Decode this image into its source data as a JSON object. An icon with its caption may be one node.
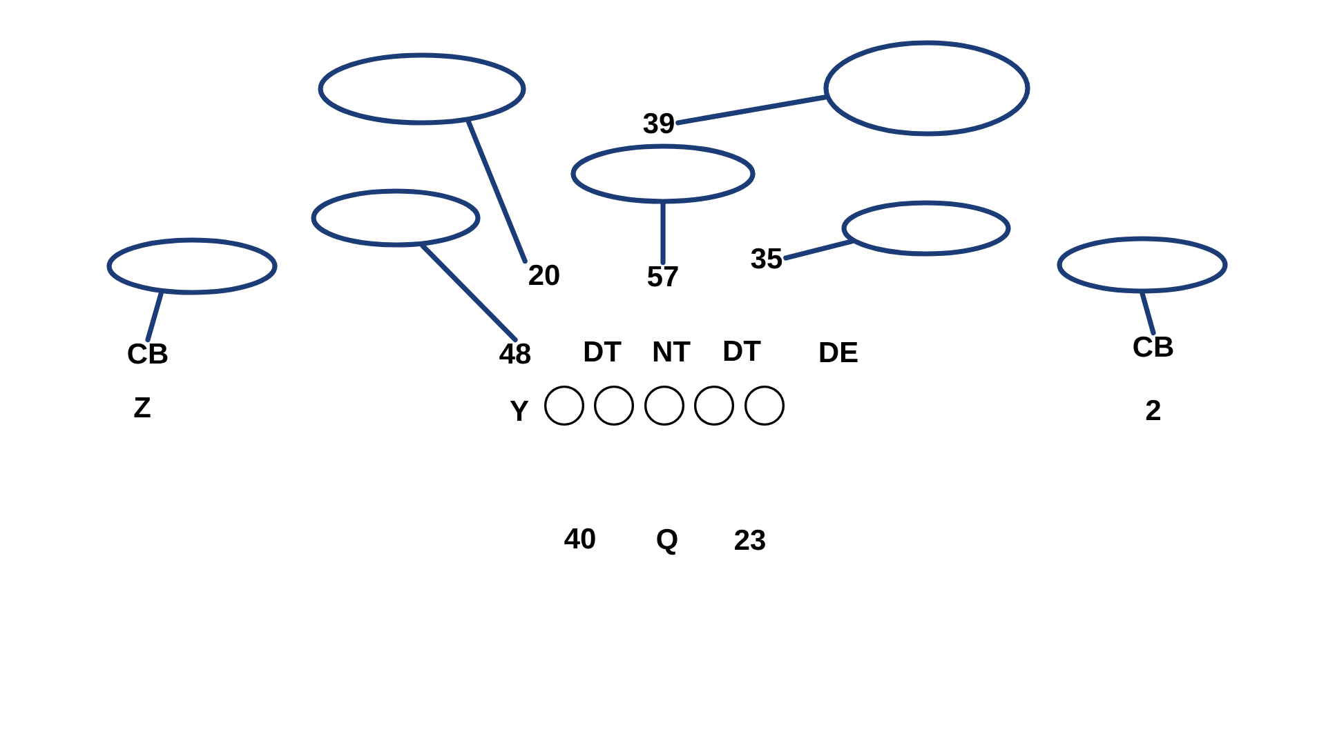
{
  "diagram": {
    "nodes": [
      {
        "text": [],
        "shape": "ellipse"
      },
      {
        "text": [],
        "shape": "ellipse"
      },
      {
        "text": [
          "39"
        ]
      },
      {
        "text": [],
        "shape": "ellipse"
      },
      {
        "text": [],
        "shape": "ellipse"
      },
      {
        "text": [],
        "shape": "ellipse"
      },
      {
        "text": [],
        "shape": "ellipse"
      },
      {
        "text": [],
        "shape": "ellipse"
      },
      {
        "text": [
          "35"
        ]
      },
      {
        "text": [
          "20"
        ]
      },
      {
        "text": [
          "57"
        ]
      },
      {
        "text": [
          "CB"
        ]
      },
      {
        "text": [
          "48"
        ]
      },
      {
        "text": [
          "CB"
        ]
      },
      {
        "text": [],
        "shape": "circle"
      },
      {
        "text": [],
        "shape": "circle"
      },
      {
        "text": [],
        "shape": "circle"
      },
      {
        "text": [],
        "shape": "circle"
      },
      {
        "text": [],
        "shape": "circle"
      }
    ],
    "edges": [
      {
        "from": 2,
        "to": 1,
        "arrow": "none"
      },
      {
        "from": 9,
        "to": 0,
        "arrow": "none"
      },
      {
        "from": 10,
        "to": 3,
        "arrow": "none"
      },
      {
        "from": 8,
        "to": 5,
        "arrow": "none"
      },
      {
        "from": 11,
        "to": 6,
        "arrow": "none"
      },
      {
        "from": 12,
        "to": 4,
        "arrow": "none"
      },
      {
        "from": 13,
        "to": 7,
        "arrow": "none"
      }
    ],
    "labels": [
      "DT",
      "NT",
      "DT",
      "DE",
      "Z",
      "Y",
      "2",
      "40",
      "Q",
      "23"
    ]
  }
}
